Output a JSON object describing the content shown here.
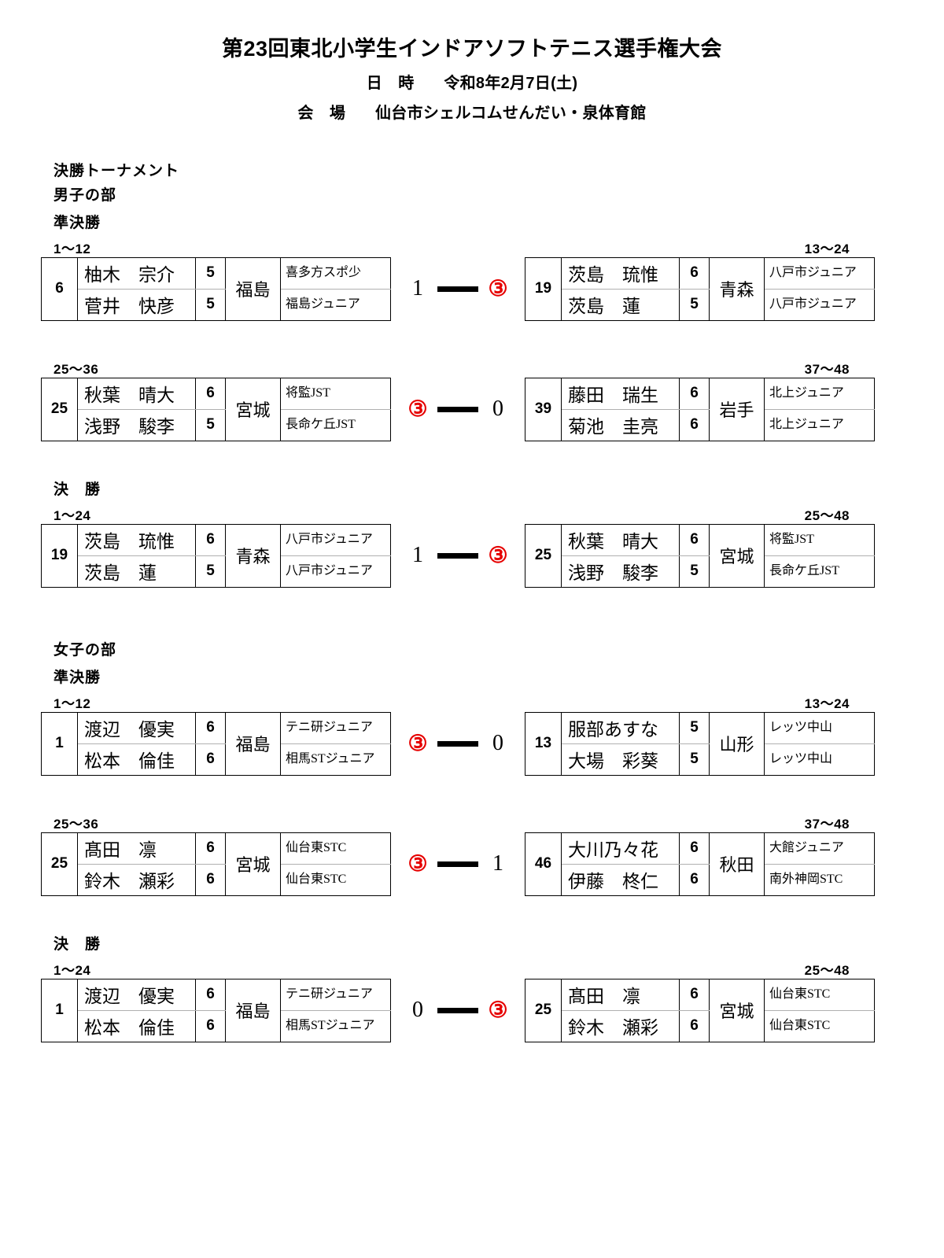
{
  "header": {
    "title": "第23回東北小学生インドアソフトテニス選手権大会",
    "date_label": "日　時",
    "date_value": "令和8年2月7日(土)",
    "venue_label": "会　場",
    "venue_value": "仙台市シェルコムせんだい・泉体育館"
  },
  "tournament_label": "決勝トーナメント",
  "accent_color": "#e60000",
  "sections": [
    {
      "division_label": "男子の部",
      "rounds": [
        {
          "round_label": "準決勝",
          "matches": [
            {
              "range_left": "1〜12",
              "range_right": "13〜24",
              "left": {
                "seed": "6",
                "prefecture": "福島",
                "players": [
                  {
                    "name": "柚木　宗介",
                    "grade": "5",
                    "club": "喜多方スポ少"
                  },
                  {
                    "name": "菅井　快彦",
                    "grade": "5",
                    "club": "福島ジュニア"
                  }
                ]
              },
              "score_left": "1",
              "score_right": "③",
              "winner": "right",
              "right": {
                "seed": "19",
                "prefecture": "青森",
                "players": [
                  {
                    "name": "茨島　琉惟",
                    "grade": "6",
                    "club": "八戸市ジュニア"
                  },
                  {
                    "name": "茨島　蓮",
                    "grade": "5",
                    "club": "八戸市ジュニア"
                  }
                ]
              }
            },
            {
              "range_left": "25〜36",
              "range_right": "37〜48",
              "left": {
                "seed": "25",
                "prefecture": "宮城",
                "players": [
                  {
                    "name": "秋葉　晴大",
                    "grade": "6",
                    "club": "将監JST"
                  },
                  {
                    "name": "浅野　駿李",
                    "grade": "5",
                    "club": "長命ケ丘JST"
                  }
                ]
              },
              "score_left": "③",
              "score_right": "0",
              "winner": "left",
              "right": {
                "seed": "39",
                "prefecture": "岩手",
                "players": [
                  {
                    "name": "藤田　瑞生",
                    "grade": "6",
                    "club": "北上ジュニア"
                  },
                  {
                    "name": "菊池　圭亮",
                    "grade": "6",
                    "club": "北上ジュニア"
                  }
                ]
              }
            }
          ]
        },
        {
          "round_label": "決　勝",
          "matches": [
            {
              "range_left": "1〜24",
              "range_right": "25〜48",
              "left": {
                "seed": "19",
                "prefecture": "青森",
                "players": [
                  {
                    "name": "茨島　琉惟",
                    "grade": "6",
                    "club": "八戸市ジュニア"
                  },
                  {
                    "name": "茨島　蓮",
                    "grade": "5",
                    "club": "八戸市ジュニア"
                  }
                ]
              },
              "score_left": "1",
              "score_right": "③",
              "winner": "right",
              "right": {
                "seed": "25",
                "prefecture": "宮城",
                "players": [
                  {
                    "name": "秋葉　晴大",
                    "grade": "6",
                    "club": "将監JST"
                  },
                  {
                    "name": "浅野　駿李",
                    "grade": "5",
                    "club": "長命ケ丘JST"
                  }
                ]
              }
            }
          ]
        }
      ]
    },
    {
      "division_label": "女子の部",
      "rounds": [
        {
          "round_label": "準決勝",
          "matches": [
            {
              "range_left": "1〜12",
              "range_right": "13〜24",
              "left": {
                "seed": "1",
                "prefecture": "福島",
                "players": [
                  {
                    "name": "渡辺　優実",
                    "grade": "6",
                    "club": "テニ研ジュニア"
                  },
                  {
                    "name": "松本　倫佳",
                    "grade": "6",
                    "club": "相馬STジュニア"
                  }
                ]
              },
              "score_left": "③",
              "score_right": "0",
              "winner": "left",
              "right": {
                "seed": "13",
                "prefecture": "山形",
                "players": [
                  {
                    "name": "服部あすな",
                    "grade": "5",
                    "club": "レッツ中山"
                  },
                  {
                    "name": "大場　彩葵",
                    "grade": "5",
                    "club": "レッツ中山"
                  }
                ]
              }
            },
            {
              "range_left": "25〜36",
              "range_right": "37〜48",
              "left": {
                "seed": "25",
                "prefecture": "宮城",
                "players": [
                  {
                    "name": "髙田　凛",
                    "grade": "6",
                    "club": "仙台東STC"
                  },
                  {
                    "name": "鈴木　瀬彩",
                    "grade": "6",
                    "club": "仙台東STC"
                  }
                ]
              },
              "score_left": "③",
              "score_right": "1",
              "winner": "left",
              "right": {
                "seed": "46",
                "prefecture": "秋田",
                "players": [
                  {
                    "name": "大川乃々花",
                    "grade": "6",
                    "club": "大館ジュニア"
                  },
                  {
                    "name": "伊藤　柊仁",
                    "grade": "6",
                    "club": "南外神岡STC"
                  }
                ]
              }
            }
          ]
        },
        {
          "round_label": "決　勝",
          "matches": [
            {
              "range_left": "1〜24",
              "range_right": "25〜48",
              "left": {
                "seed": "1",
                "prefecture": "福島",
                "players": [
                  {
                    "name": "渡辺　優実",
                    "grade": "6",
                    "club": "テニ研ジュニア"
                  },
                  {
                    "name": "松本　倫佳",
                    "grade": "6",
                    "club": "相馬STジュニア"
                  }
                ]
              },
              "score_left": "0",
              "score_right": "③",
              "winner": "right",
              "right": {
                "seed": "25",
                "prefecture": "宮城",
                "players": [
                  {
                    "name": "髙田　凛",
                    "grade": "6",
                    "club": "仙台東STC"
                  },
                  {
                    "name": "鈴木　瀬彩",
                    "grade": "6",
                    "club": "仙台東STC"
                  }
                ]
              }
            }
          ]
        }
      ]
    }
  ]
}
